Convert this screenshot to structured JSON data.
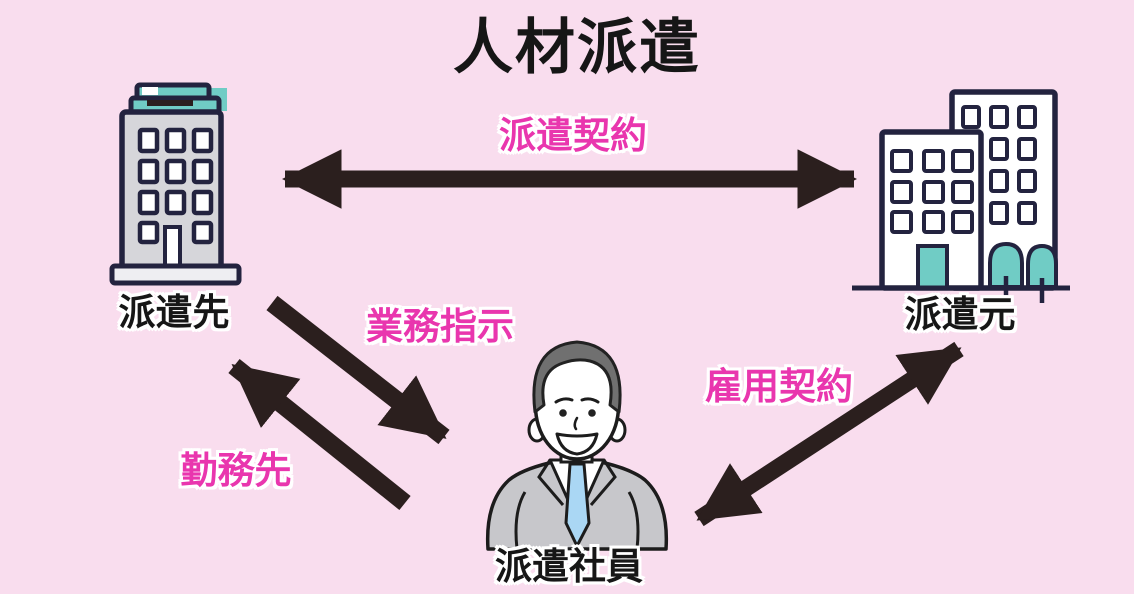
{
  "title": "人材派遣",
  "colors": {
    "background": "#f9ddee",
    "arrow": "#2b1f1e",
    "label_pink": "#e936ae",
    "label_black": "#161616",
    "outline_navy": "#23233f",
    "teal": "#70ccc5",
    "building_gray": "#d6d6da",
    "suit_gray": "#c7c7cb",
    "tie_blue": "#aad7f4",
    "hair_gray": "#707070"
  },
  "nodes": {
    "client": {
      "label": "派遣先",
      "icon": "office-building-icon"
    },
    "agency": {
      "label": "派遣元",
      "icon": "office-buildings-with-trees-icon"
    },
    "worker": {
      "label": "派遣社員",
      "icon": "businessman-icon"
    }
  },
  "relations": {
    "dispatch_contract": {
      "label": "派遣契約",
      "between": [
        "派遣先",
        "派遣元"
      ],
      "arrow": "double"
    },
    "work_instruction": {
      "label": "業務指示",
      "from": "派遣先",
      "to": "派遣社員",
      "arrow": "single"
    },
    "work_place": {
      "label": "勤務先",
      "from": "派遣社員",
      "to": "派遣先",
      "arrow": "single"
    },
    "employment_contract": {
      "label": "雇用契約",
      "between": [
        "派遣社員",
        "派遣元"
      ],
      "arrow": "double"
    }
  }
}
